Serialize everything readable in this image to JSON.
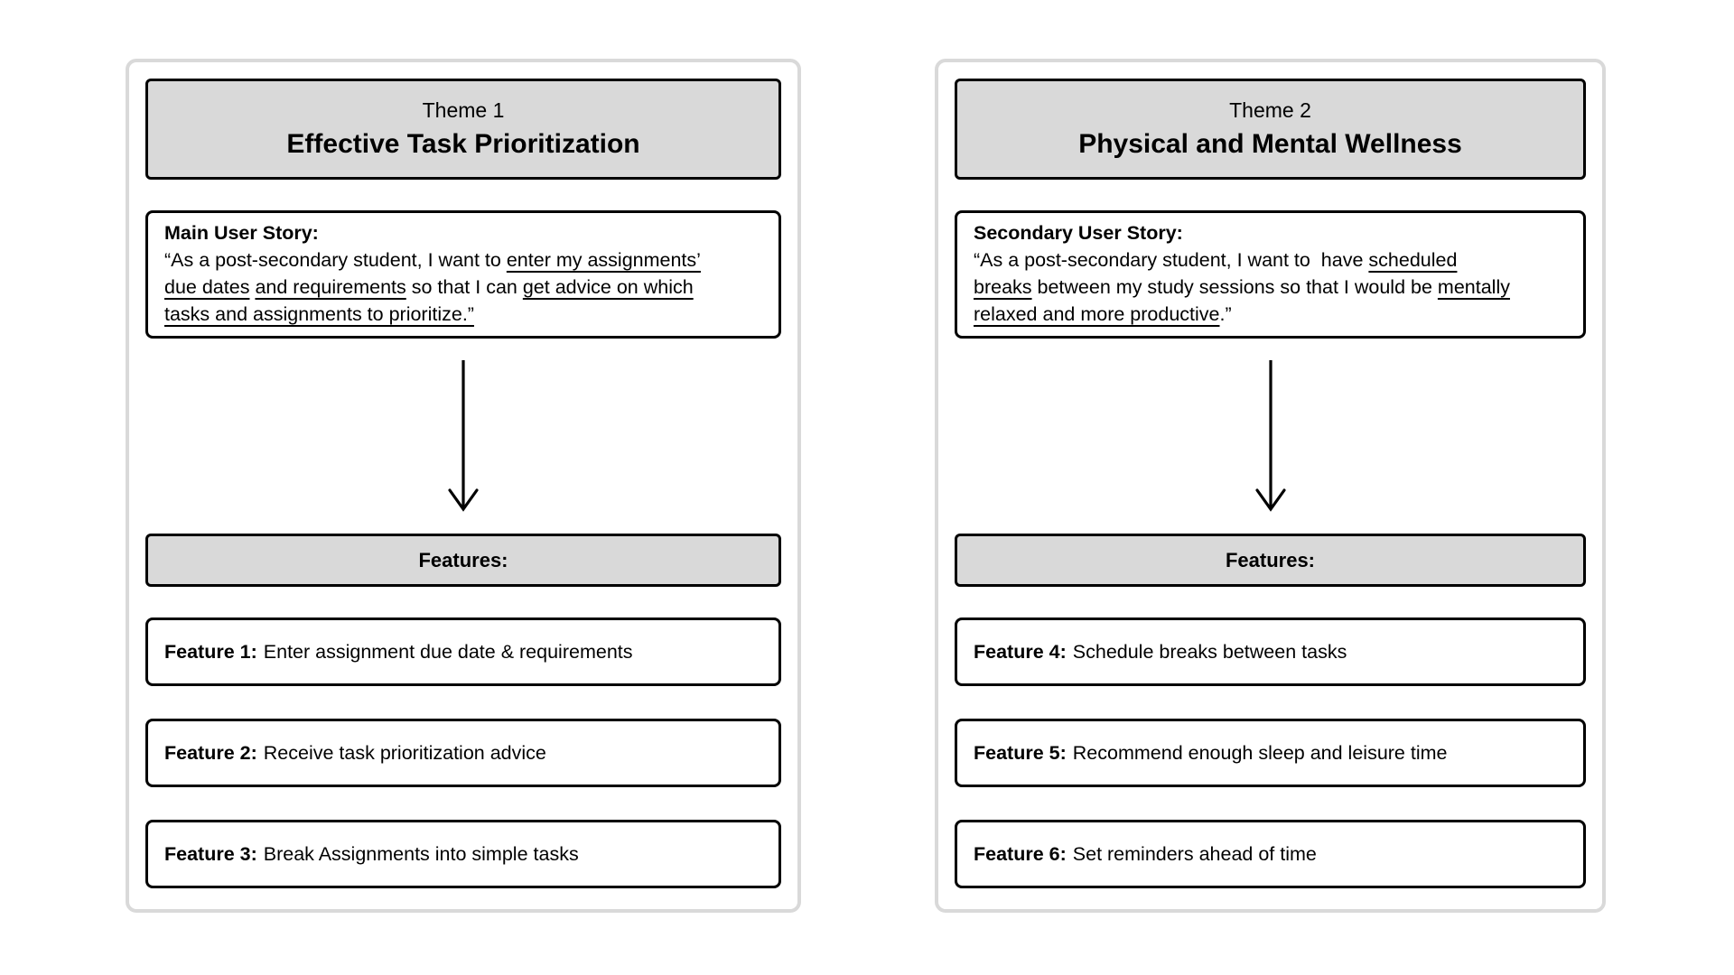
{
  "colors": {
    "panel_border": "#d9d9d9",
    "header_fill": "#d9d9d9",
    "box_border": "#000000",
    "text": "#000000",
    "background": "#ffffff"
  },
  "panels": [
    {
      "theme_label": "Theme 1",
      "theme_title": "Effective Task Prioritization",
      "story_label": "Main User Story:",
      "story_segments": [
        {
          "t": "“As a post-secondary student, I want to ",
          "u": false
        },
        {
          "t": "enter my assignments’\ndue dates",
          "u": true
        },
        {
          "t": " ",
          "u": false
        },
        {
          "t": "and requirements",
          "u": true
        },
        {
          "t": " so that I can ",
          "u": false
        },
        {
          "t": "get advice on which\ntasks and assignments to prioritize.”",
          "u": true
        }
      ],
      "arrow_icon": "down-arrow",
      "features_header": "Features:",
      "features": [
        {
          "label": "Feature 1:",
          "text": "Enter assignment due date & requirements"
        },
        {
          "label": "Feature 2:",
          "text": "Receive task prioritization advice"
        },
        {
          "label": "Feature 3:",
          "text": "Break Assignments into simple tasks"
        }
      ]
    },
    {
      "theme_label": "Theme 2",
      "theme_title": "Physical and Mental Wellness",
      "story_label": "Secondary User Story:",
      "story_segments": [
        {
          "t": "“As a post-secondary student, I want to  have ",
          "u": false
        },
        {
          "t": "scheduled\nbreaks",
          "u": true
        },
        {
          "t": " between my study sessions so that I would be ",
          "u": false
        },
        {
          "t": "mentally\nrelaxed and more productive",
          "u": true
        },
        {
          "t": ".”",
          "u": false
        }
      ],
      "arrow_icon": "down-arrow",
      "features_header": "Features:",
      "features": [
        {
          "label": "Feature 4:",
          "text": "Schedule breaks between tasks"
        },
        {
          "label": "Feature 5:",
          "text": "Recommend enough sleep and leisure time"
        },
        {
          "label": "Feature 6:",
          "text": "Set reminders ahead of time"
        }
      ]
    }
  ]
}
